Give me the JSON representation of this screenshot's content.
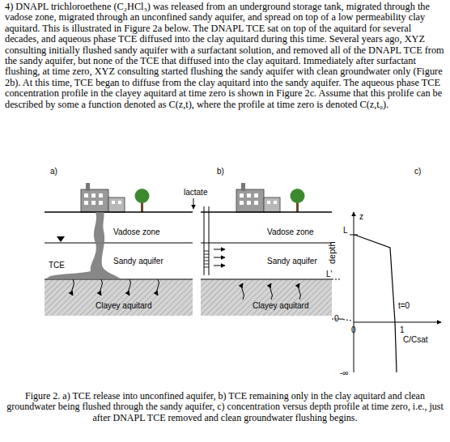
{
  "diagram": {
    "caption": "Figure 2. a) TCE release into unconfined aquifer, b) TCE remaining only in the clay aquitard and clean groundwater being flushed through the sandy aquifer, c) concentration versus depth profile at time zero, i.e., just after DNAPL TCE removed and clean groundwater flushing begins.",
    "labels": [
      "4) DNAPL trichloroethene (C₂HCl₃) was released from an underground storage tank, migrated through the vadose zone, migrated through an unconfined sandy aquifer, and spread on top of a low permeability clay aquitard. This is illustrated in Figure 2a below. The DNAPL TCE sat on top of the aquitard for several decades, and aqueous phase TCE diffused into the clay aquitard during this time. Several years ago, XYZ consulting initially flushed sandy aquifer with a surfactant solution, and removed all of the DNAPL TCE from the sandy aquifer, but none of the TCE that diffused into the clay aquitard. Immediately after surfactant flushing, at time zero, XYZ consulting started flushing the sandy aquifer with clean groundwater only (Figure 2b). At this time, TCE began to diffuse from the clay aquitard into the sandy aquifer. The aqueous phase TCE concentration profile in the clayey aquitard at time zero is shown in Figure 2c. Assume that this prolife can be described by some a function denoted as C(z,t), where the profile at time zero is denoted C(z,t₀).",
      "a)",
      "TCE",
      "Vadose zone",
      "Sandy aquifer",
      "Clayey aquitard",
      "b)",
      "lactate",
      "Vadose zone",
      "Sandy aquifer",
      "Clayey aquitard",
      "c)",
      "z",
      "L",
      "L'",
      "depth",
      "0",
      "0",
      "-∞",
      "t=0",
      "1",
      "C/Csat"
    ]
  }
}
